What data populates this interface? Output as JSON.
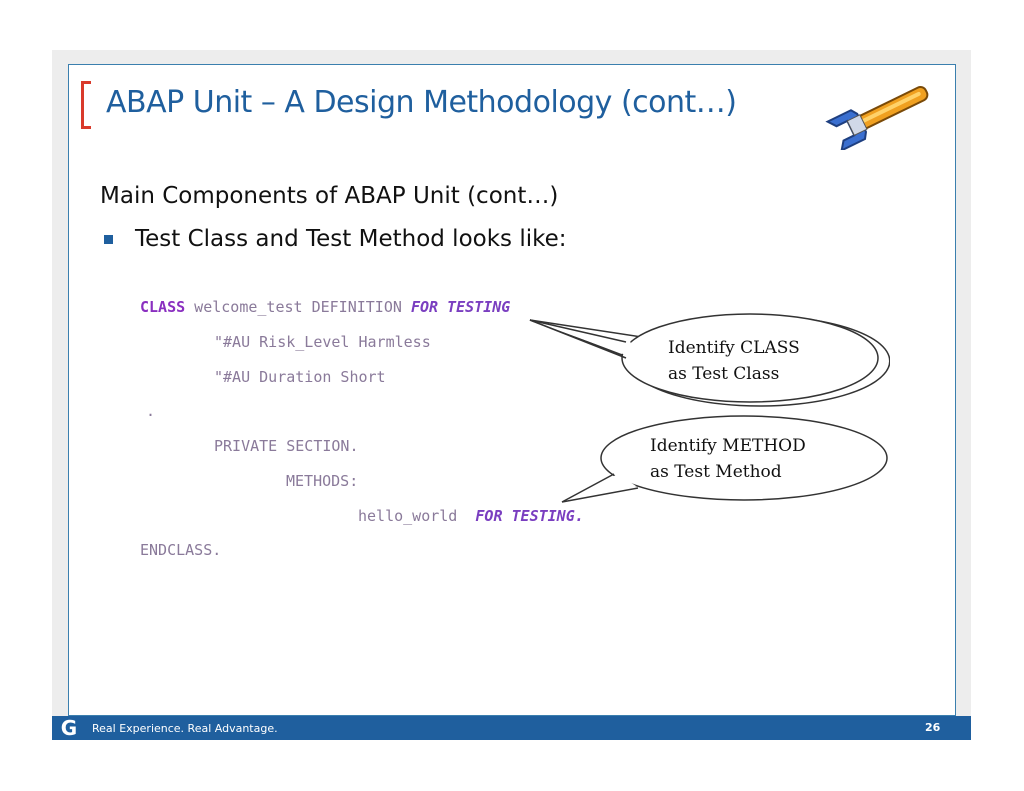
{
  "slide": {
    "title": "ABAP Unit – A Design Methodology (cont…)",
    "subheading": "Main Components of ABAP Unit (cont…)",
    "bullet": "Test Class and Test Method looks like:"
  },
  "code": {
    "line1_kw": "CLASS",
    "line1_text": " welcome_test DEFINITION ",
    "line1_kw2": "FOR TESTING",
    "line2": "\"#AU Risk_Level Harmless",
    "line3": "\"#AU Duration Short",
    "line4": ".",
    "line5": "PRIVATE SECTION.",
    "line6": "METHODS:",
    "line7_text": "hello_world  ",
    "line7_kw": "FOR TESTING.",
    "line8": "ENDCLASS."
  },
  "callouts": {
    "class_line1": "Identify   CLASS",
    "class_line2": "as Test Class",
    "method_line1": "Identify  METHOD",
    "method_line2": "as Test Method"
  },
  "footer": {
    "logo_letter": "G",
    "tagline": "Real Experience. Real Advantage.",
    "page_number": "26"
  },
  "icons": {
    "header_icon": "wrench-icon"
  },
  "colors": {
    "accent_blue": "#1f5f9e",
    "bracket_red": "#d93a2b",
    "keyword_purple": "#8a2fc0",
    "wrench_orange": "#f0a020"
  }
}
